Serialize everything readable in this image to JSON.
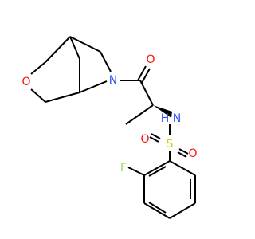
{
  "molecule": {
    "atoms": {
      "O_ring": {
        "label": "O",
        "color": "#ff0d0d"
      },
      "N_ring": {
        "label": "N",
        "color": "#3050f8"
      },
      "O_carbonyl": {
        "label": "O",
        "color": "#ff0d0d"
      },
      "NH": {
        "label": "N",
        "color": "#3050f8"
      },
      "H": {
        "label": "H",
        "color": "#3050f8"
      },
      "S": {
        "label": "S",
        "color": "#cccc00"
      },
      "O_s1": {
        "label": "O",
        "color": "#ff0d0d"
      },
      "O_s2": {
        "label": "O",
        "color": "#ff0d0d"
      },
      "F": {
        "label": "F",
        "color": "#90e050"
      }
    },
    "bond_color": "#000000"
  }
}
